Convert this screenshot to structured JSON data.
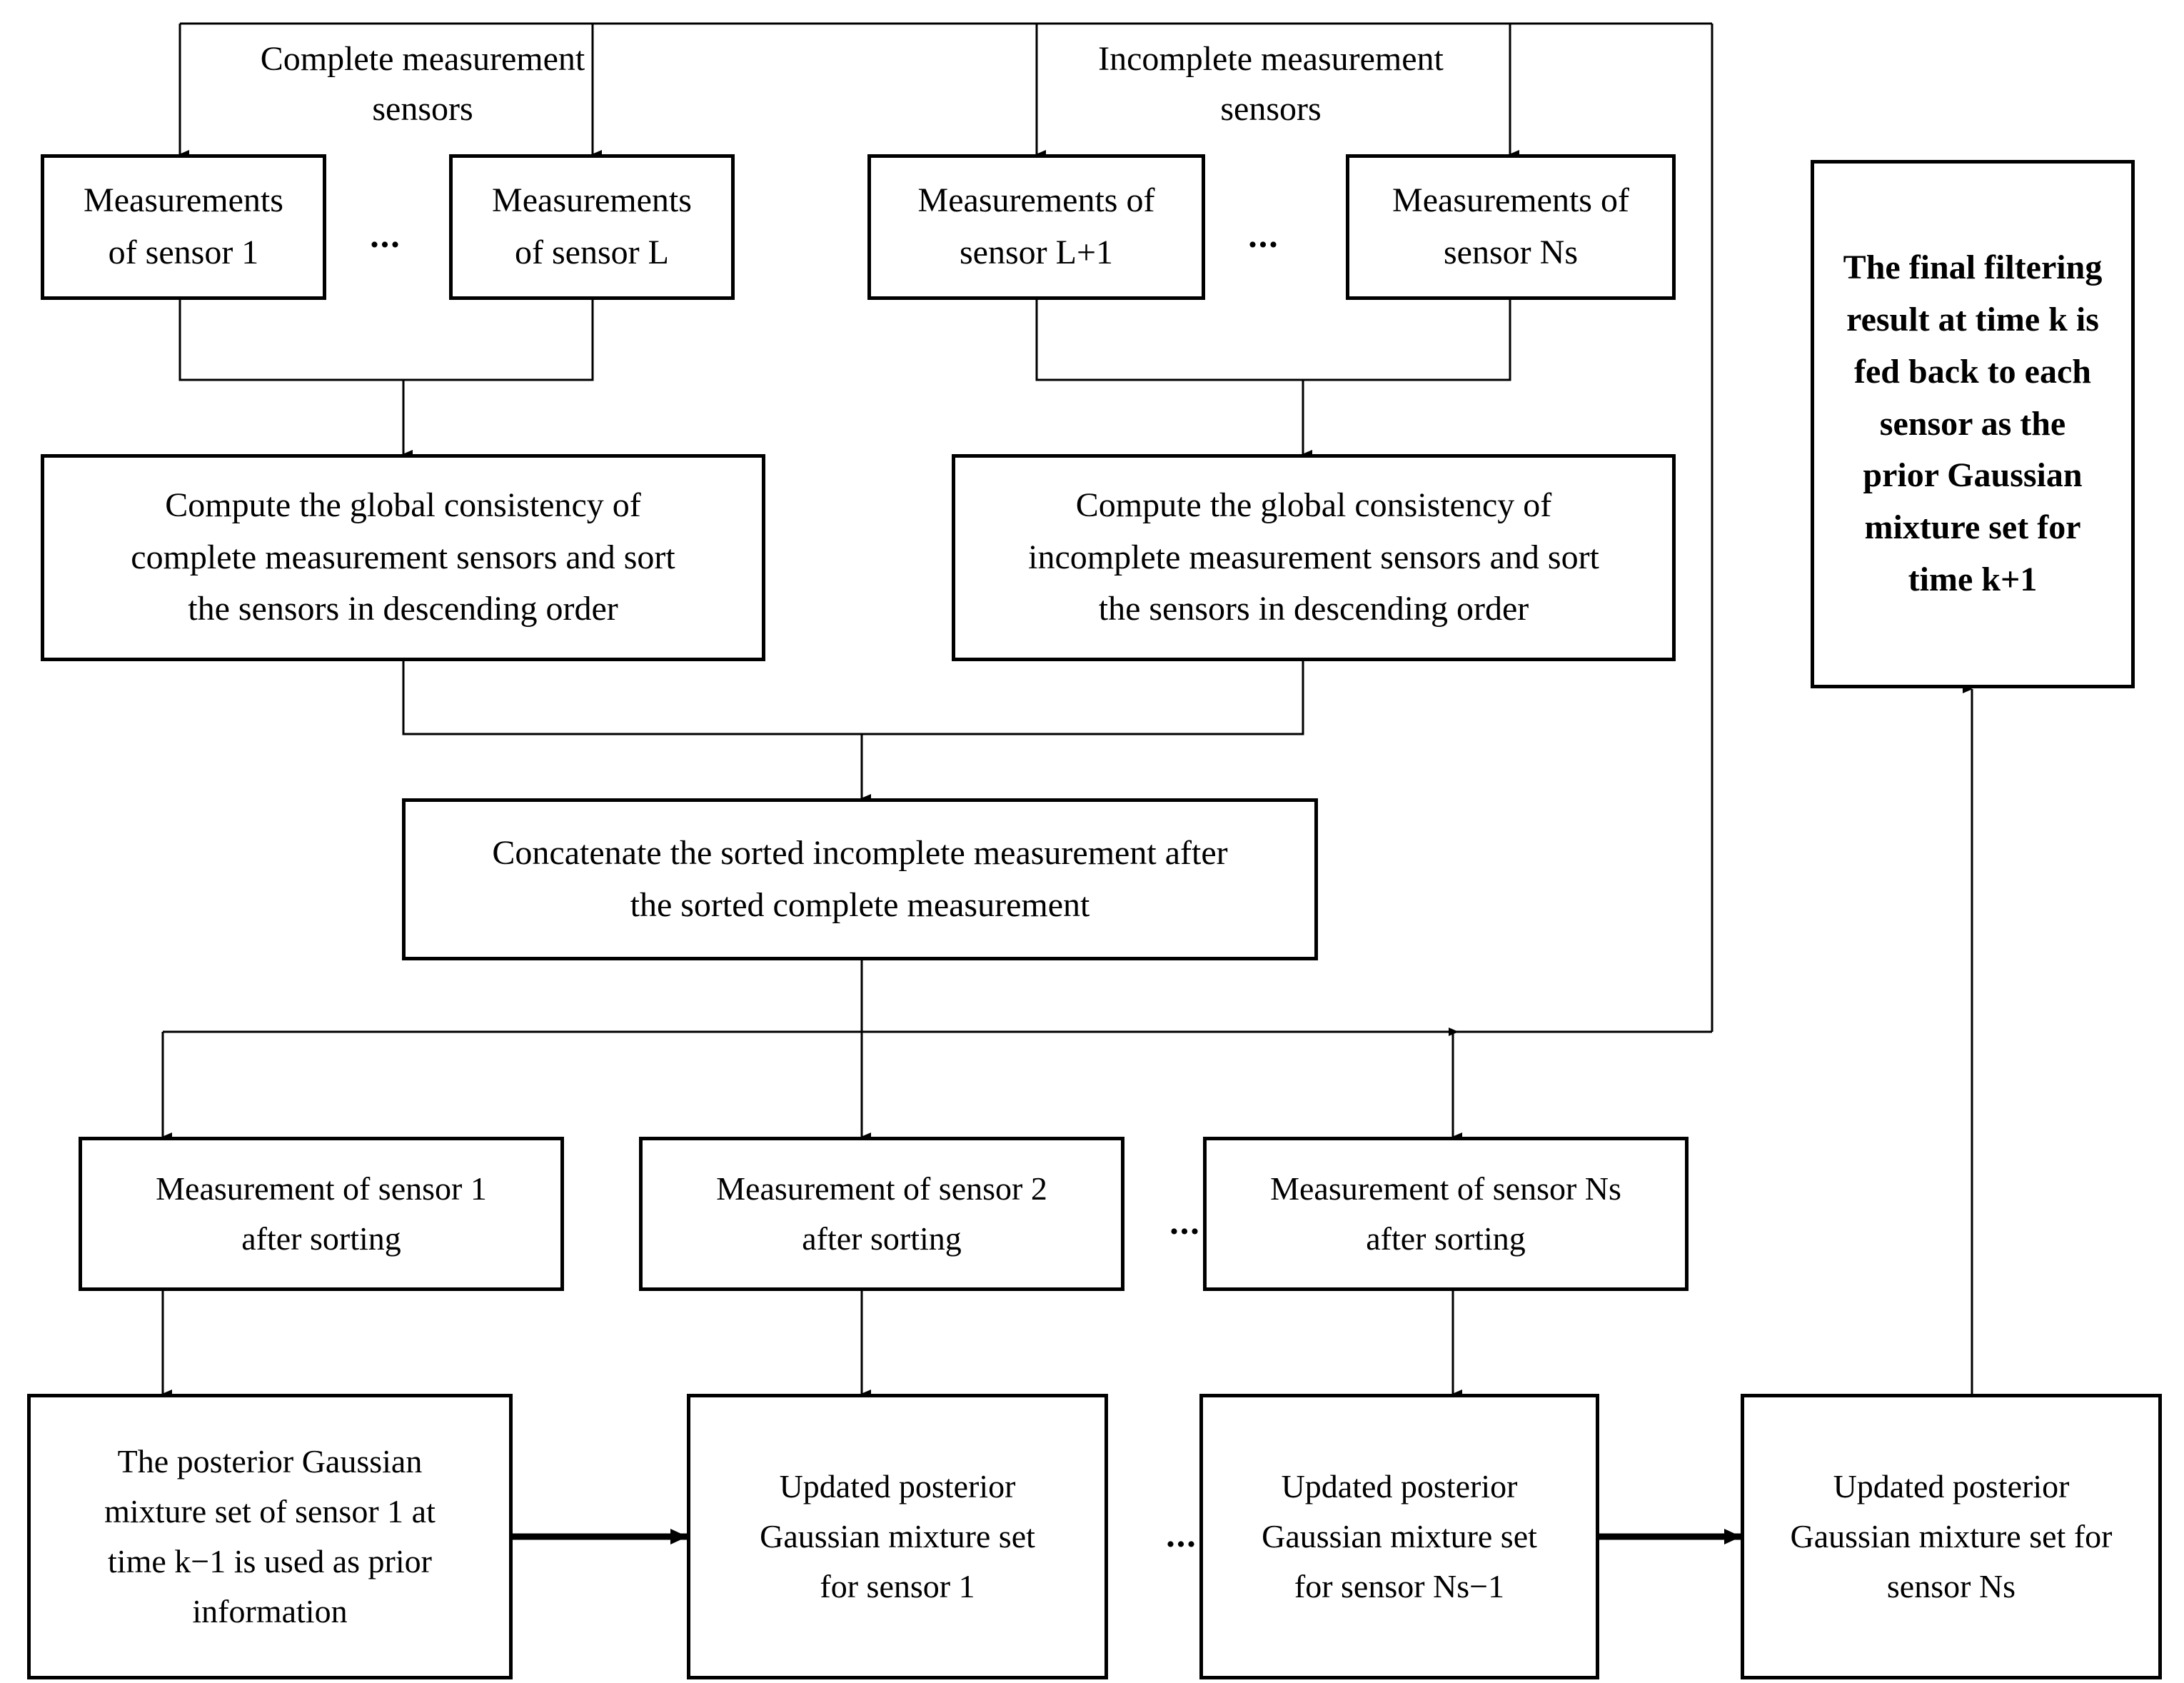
{
  "diagram": {
    "title": "Multi-sensor sequential Gaussian-mixture filtering flowchart",
    "colors": {
      "stroke": "#000000",
      "fill": "#ffffff",
      "text": "#000000"
    },
    "labels": {
      "complete_group": "Complete measurement\nsensors",
      "incomplete_group": "Incomplete measurement\nsensors",
      "ellipsis": "..."
    },
    "nodes": {
      "meas_sensor_1": "Measurements\nof sensor 1",
      "meas_sensor_L": "Measurements\nof sensor L",
      "meas_sensor_L1": "Measurements of\nsensor L+1",
      "meas_sensor_Ns": "Measurements of\nsensor Ns",
      "final_feedback": "The final filtering\nresult at time k is\nfed back to each\nsensor as the\nprior Gaussian\nmixture set for\ntime k+1",
      "compute_complete": "Compute the global consistency of\ncomplete measurement sensors and sort\nthe sensors in descending order",
      "compute_incomplete": "Compute the global consistency of\nincomplete measurement sensors and sort\nthe sensors in descending order",
      "concatenate": "Concatenate the sorted incomplete measurement after\nthe sorted complete measurement",
      "sorted_sensor_1": "Measurement of sensor 1\nafter sorting",
      "sorted_sensor_2": "Measurement of sensor 2\nafter sorting",
      "sorted_sensor_Ns": "Measurement of sensor Ns\nafter sorting",
      "posterior_sensor_1_prior": "The posterior Gaussian\nmixture set of sensor 1 at\ntime k−1 is used as prior\ninformation",
      "updated_sensor_1": "Updated posterior\nGaussian mixture set\nfor sensor 1",
      "updated_sensor_Ns_1": "Updated posterior\nGaussian mixture set\nfor sensor Ns−1",
      "updated_sensor_Ns": "Updated posterior\nGaussian mixture set for\nsensor Ns"
    }
  }
}
